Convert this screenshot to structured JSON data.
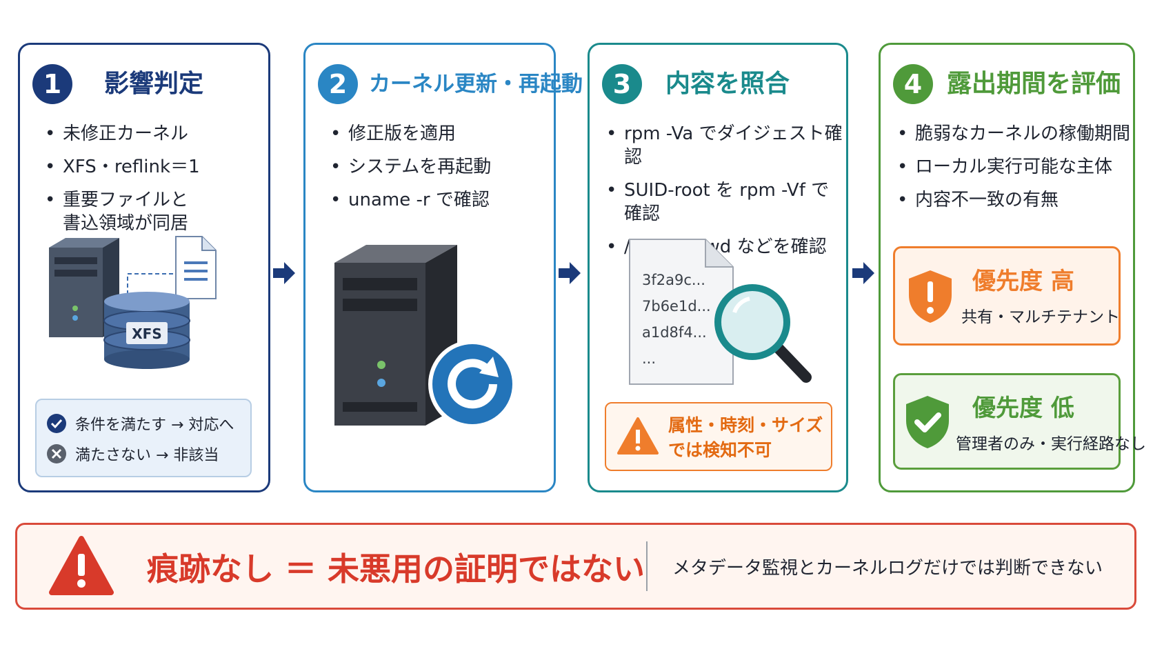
{
  "panels": [
    {
      "number": "1",
      "title": "影響判定",
      "bullets": [
        "未修正カーネル",
        "XFS・reflink＝1",
        "重要ファイルと\n書込領域が同居"
      ],
      "disk_label": "XFS",
      "conditions": [
        {
          "text": "条件を満たす → 対応へ",
          "icon": "check-circle-icon"
        },
        {
          "text": "満たさない → 非該当",
          "icon": "x-circle-icon"
        }
      ]
    },
    {
      "number": "2",
      "title": "カーネル更新・再起動",
      "bullets": [
        "修正版を適用",
        "システムを再起動",
        "uname -r で確認"
      ]
    },
    {
      "number": "3",
      "title": "内容を照合",
      "bullets": [
        "rpm -Va でダイジェスト確認",
        "SUID-root を rpm -Vf で確認",
        "/etc/passwd などを確認"
      ],
      "hashes": [
        "3f2a9c...",
        "7b6e1d...",
        "a1d8f4...",
        "..."
      ],
      "warning": "属性・時刻・サイズ\nでは検知不可"
    },
    {
      "number": "4",
      "title": "露出期間を評価",
      "bullets": [
        "脆弱なカーネルの稼働期間",
        "ローカル実行可能な主体",
        "内容不一致の有無"
      ],
      "priority_high": {
        "title": "優先度 高",
        "sub": "共有・マルチテナント"
      },
      "priority_low": {
        "title": "優先度 低",
        "sub": "管理者のみ・実行経路なし"
      }
    }
  ],
  "banner": {
    "main": "痕跡なし ＝ 未悪用の証明ではない",
    "sub": "メタデータ監視とカーネルログだけでは判断できない"
  },
  "colors": {
    "step1": "#1b3a7a",
    "step2": "#2a86c4",
    "step3": "#1a8a8c",
    "step4": "#4f9a3a",
    "warning_orange": "#ef7d2c",
    "alert_red": "#d94a3a",
    "arrow": "#1b3a7a"
  }
}
